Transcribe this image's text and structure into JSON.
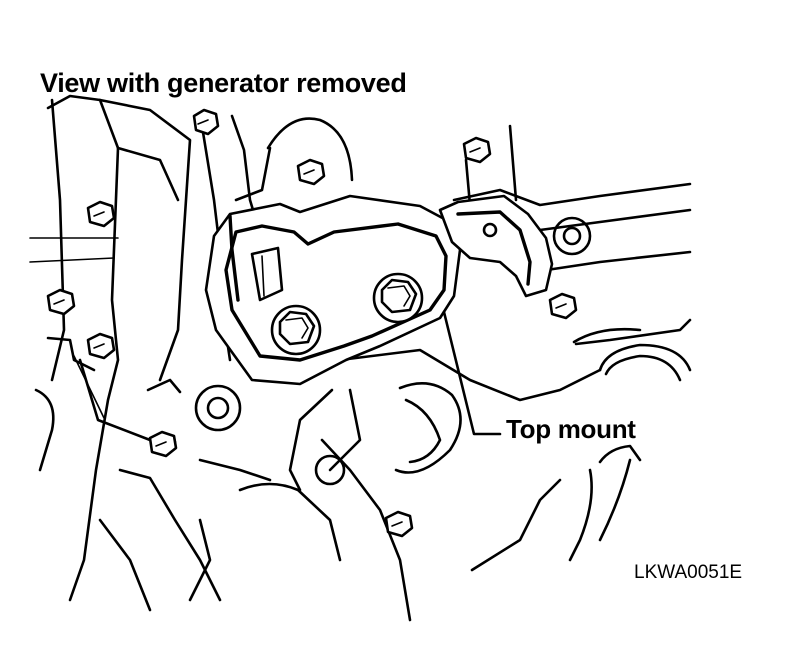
{
  "title": "View with generator removed",
  "callout_label": "Top mount",
  "figure_code": "LKWA0051E",
  "icons": [
    "engine-drawing",
    "top-mount-bracket",
    "bolt-icon"
  ]
}
